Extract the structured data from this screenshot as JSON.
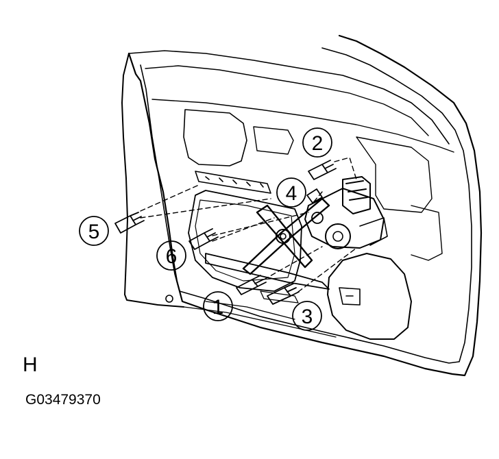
{
  "callouts": [
    {
      "label": "1"
    },
    {
      "label": "2"
    },
    {
      "label": "3"
    },
    {
      "label": "4"
    },
    {
      "label": "5"
    },
    {
      "label": "6"
    }
  ],
  "view_letter": "H",
  "figure_code": "G03479370"
}
